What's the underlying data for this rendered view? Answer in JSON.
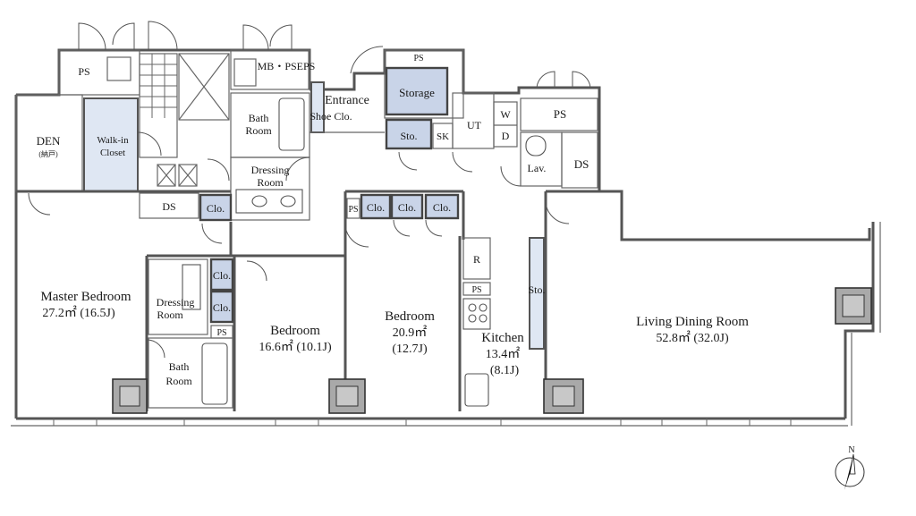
{
  "rooms": {
    "ps_top_left": "PS",
    "mb_ps_eps": "MB・PSEPS",
    "ps_storage_top": "PS",
    "entrance": "Entrance",
    "shoe_closet": "Shoe Clo.",
    "storage": "Storage",
    "den": "DEN",
    "den_note": "(納戸)",
    "walk_in_closet_1": "Walk-in",
    "walk_in_closet_2": "Closet",
    "bath_room_upper_1": "Bath",
    "bath_room_upper_2": "Room",
    "sto_entrance": "Sto.",
    "sk": "SK",
    "ut": "UT",
    "w": "W",
    "d": "D",
    "ps_right": "PS",
    "lav": "Lav.",
    "ds_right": "DS",
    "dressing_upper_1": "Dressing",
    "dressing_upper_2": "Room",
    "ds_left": "DS",
    "clo_1": "Clo.",
    "ps_small": "PS",
    "clo_2": "Clo.",
    "clo_3": "Clo.",
    "clo_4": "Clo.",
    "clo_5": "Clo.",
    "clo_6": "Clo.",
    "r": "R",
    "ps_kitchen": "PS",
    "sto_kitchen": "Sto.",
    "dressing_lower_1": "Dressing",
    "dressing_lower_2": "Room",
    "ps_bath_lower": "PS",
    "bath_room_lower_1": "Bath",
    "bath_room_lower_2": "Room"
  },
  "main_rooms": {
    "master_bedroom": {
      "name": "Master Bedroom",
      "area": "27.2㎡ (16.5J)"
    },
    "bedroom_1": {
      "name": "Bedroom",
      "area": "16.6㎡ (10.1J)"
    },
    "bedroom_2": {
      "name": "Bedroom",
      "area_1": "20.9㎡",
      "area_2": "(12.7J)"
    },
    "kitchen": {
      "name": "Kitchen",
      "area_1": "13.4㎡",
      "area_2": "(8.1J)"
    },
    "living_dining": {
      "name": "Living Dining Room",
      "area": "52.8㎡ (32.0J)"
    }
  },
  "compass": {
    "label": "N"
  },
  "colors": {
    "wall": "#555555",
    "accent_fill": "#dfe7f3",
    "column": "#a9a9a9"
  }
}
